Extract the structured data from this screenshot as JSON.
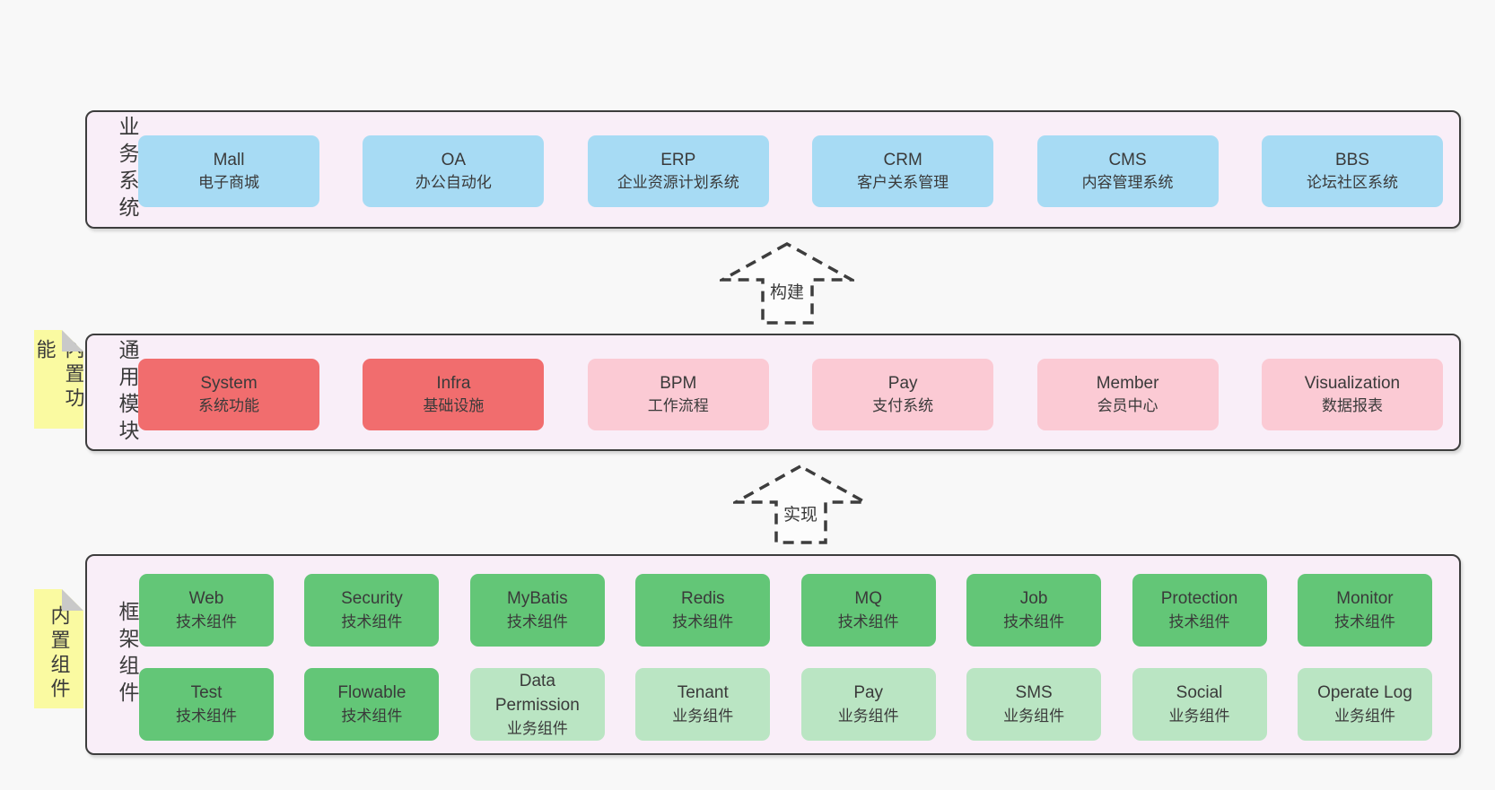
{
  "colors": {
    "page-bg": "#f8f8f8",
    "panel-bg": "#f9eef8",
    "panel-border": "#3d3d3d",
    "text": "#3a3a3a",
    "blue": "#a7dbf4",
    "red": "#f16d6e",
    "pink": "#fbcad4",
    "green": "#63c677",
    "lightgreen": "#bae5c3",
    "yellow": "#fafaa1",
    "fold": "#c9c9c9"
  },
  "arrows": {
    "build": "构建",
    "implement": "实现"
  },
  "sections": {
    "business": {
      "side_label": "业务系统",
      "items": [
        {
          "name": "Mall",
          "desc": "电子商城",
          "variant": "blue"
        },
        {
          "name": "OA",
          "desc": "办公自动化",
          "variant": "blue"
        },
        {
          "name": "ERP",
          "desc": "企业资源计划系统",
          "variant": "blue"
        },
        {
          "name": "CRM",
          "desc": "客户关系管理",
          "variant": "blue"
        },
        {
          "name": "CMS",
          "desc": "内容管理系统",
          "variant": "blue"
        },
        {
          "name": "BBS",
          "desc": "论坛社区系统",
          "variant": "blue"
        }
      ]
    },
    "modules": {
      "side_label": "通用模块",
      "note": "内置功能",
      "items": [
        {
          "name": "System",
          "desc": "系统功能",
          "variant": "red"
        },
        {
          "name": "Infra",
          "desc": "基础设施",
          "variant": "red"
        },
        {
          "name": "BPM",
          "desc": "工作流程",
          "variant": "pink"
        },
        {
          "name": "Pay",
          "desc": "支付系统",
          "variant": "pink"
        },
        {
          "name": "Member",
          "desc": "会员中心",
          "variant": "pink"
        },
        {
          "name": "Visualization",
          "desc": "数据报表",
          "variant": "pink"
        }
      ]
    },
    "framework": {
      "side_label": "框架组件",
      "note": "内置组件",
      "row1": [
        {
          "name": "Web",
          "desc": "技术组件",
          "variant": "green"
        },
        {
          "name": "Security",
          "desc": "技术组件",
          "variant": "green"
        },
        {
          "name": "MyBatis",
          "desc": "技术组件",
          "variant": "green"
        },
        {
          "name": "Redis",
          "desc": "技术组件",
          "variant": "green"
        },
        {
          "name": "MQ",
          "desc": "技术组件",
          "variant": "green"
        },
        {
          "name": "Job",
          "desc": "技术组件",
          "variant": "green"
        },
        {
          "name": "Protection",
          "desc": "技术组件",
          "variant": "green"
        },
        {
          "name": "Monitor",
          "desc": "技术组件",
          "variant": "green"
        }
      ],
      "row2": [
        {
          "name": "Test",
          "desc": "技术组件",
          "variant": "green"
        },
        {
          "name": "Flowable",
          "desc": "技术组件",
          "variant": "green"
        },
        {
          "name": "Data Permission",
          "desc": "业务组件",
          "variant": "lightgreen"
        },
        {
          "name": "Tenant",
          "desc": "业务组件",
          "variant": "lightgreen"
        },
        {
          "name": "Pay",
          "desc": "业务组件",
          "variant": "lightgreen"
        },
        {
          "name": "SMS",
          "desc": "业务组件",
          "variant": "lightgreen"
        },
        {
          "name": "Social",
          "desc": "业务组件",
          "variant": "lightgreen"
        },
        {
          "name": "Operate Log",
          "desc": "业务组件",
          "variant": "lightgreen"
        }
      ]
    }
  }
}
